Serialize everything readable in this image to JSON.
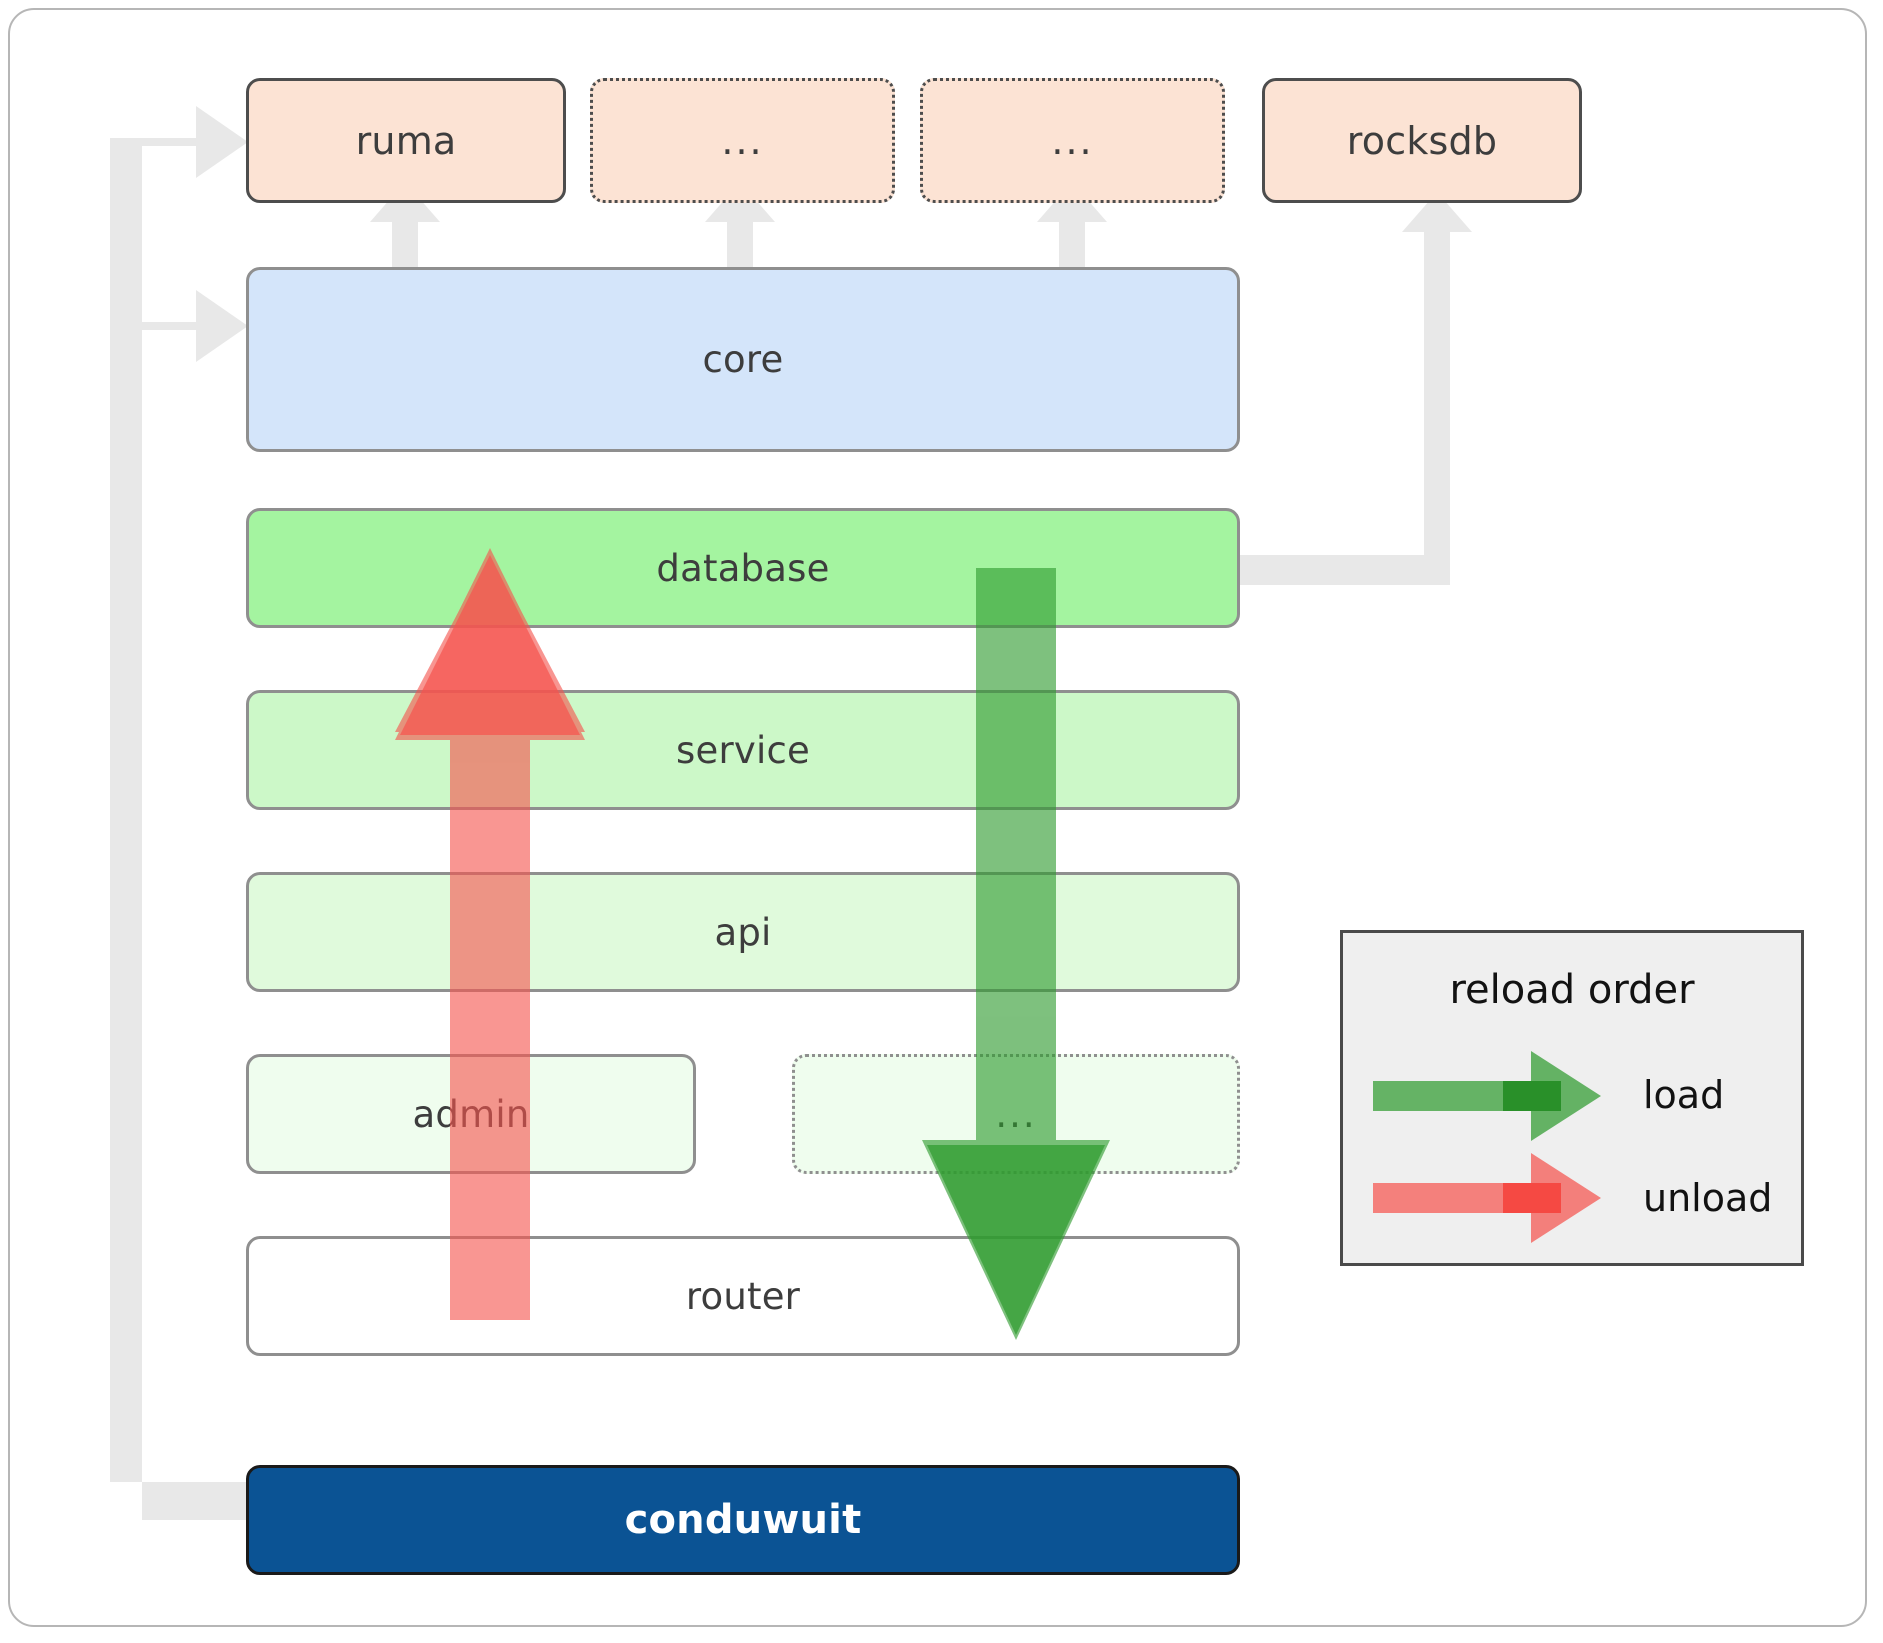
{
  "diagram": {
    "title": "conduwuit crate dependency / reload order diagram",
    "dependencies": [
      {
        "label": "ruma",
        "style": "solid"
      },
      {
        "label": "...",
        "style": "dotted"
      },
      {
        "label": "...",
        "style": "dotted"
      },
      {
        "label": "rocksdb",
        "style": "solid"
      }
    ],
    "core": {
      "label": "core"
    },
    "layers": [
      {
        "label": "database",
        "style": "solid"
      },
      {
        "label": "service",
        "style": "solid"
      },
      {
        "label": "api",
        "style": "solid"
      },
      {
        "label": "admin",
        "style": "solid"
      },
      {
        "label": "...",
        "style": "dotted"
      },
      {
        "label": "router",
        "style": "solid"
      }
    ],
    "root": {
      "label": "conduwuit"
    }
  },
  "legend": {
    "title": "reload order",
    "items": [
      {
        "label": "load",
        "color": "#4ca64c"
      },
      {
        "label": "unload",
        "color": "#f28080"
      }
    ]
  },
  "colors": {
    "dependency_fill": "#fce3d4",
    "core_fill": "#d4e5fa",
    "database_fill": "#a4f4a0",
    "service_fill": "#ccf8c8",
    "api_fill": "#e0fadc",
    "admin_fill": "#effdee",
    "ellipsis_fill": "#effdee",
    "router_fill": "#ffffff",
    "root_fill": "#0b5394",
    "connector_gray": "#e8e8e8",
    "load_green": "#3f9f3f",
    "unload_red": "#f56b6b",
    "legend_bg": "#efefef",
    "border_gray": "#8f8f8f",
    "border_dark": "#4d4d4d"
  }
}
